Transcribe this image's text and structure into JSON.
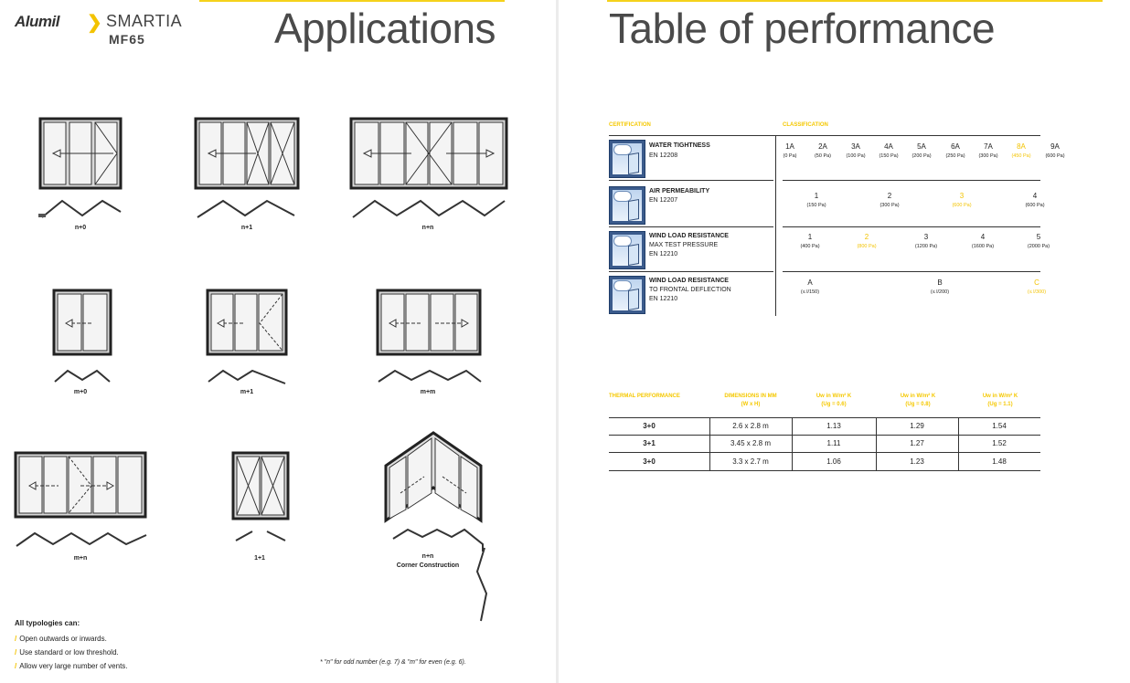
{
  "left_page": {
    "brand": {
      "name": "Alumil",
      "series": "SMARTIA",
      "model": "MF65"
    },
    "title": "Applications",
    "diagrams": [
      {
        "label": "n+0"
      },
      {
        "label": "n+1"
      },
      {
        "label": "n+n"
      },
      {
        "label": "m+0"
      },
      {
        "label": "m+1"
      },
      {
        "label": "m+m"
      },
      {
        "label": "m+n"
      },
      {
        "label": "1+1"
      },
      {
        "label": "n+n",
        "sublabel": "Corner Construction"
      }
    ],
    "notes": {
      "heading": "All typologies can:",
      "items": [
        "Open outwards or inwards.",
        "Use standard or low threshold.",
        "Allow very large number of vents."
      ]
    },
    "footnote": "* \"n\" for odd number (e.g. 7) & \"m\" for even (e.g. 6)."
  },
  "right_page": {
    "title": "Table of performance",
    "headers": {
      "certification": "CERTIFICATION",
      "classification": "CLASSIFICATION"
    },
    "rows": [
      {
        "icon": "water-tightness-icon",
        "title": "WATER TIGHTNESS",
        "sub1": "EN 12208",
        "sub2": "",
        "sub3": "",
        "classes": [
          {
            "v": "1A",
            "p": "(0 Pa)"
          },
          {
            "v": "2A",
            "p": "(50 Pa)"
          },
          {
            "v": "3A",
            "p": "(100 Pa)"
          },
          {
            "v": "4A",
            "p": "(150 Pa)"
          },
          {
            "v": "5A",
            "p": "(200 Pa)"
          },
          {
            "v": "6A",
            "p": "(250 Pa)"
          },
          {
            "v": "7A",
            "p": "(300 Pa)"
          },
          {
            "v": "8A",
            "p": "(450 Pa)"
          },
          {
            "v": "9A",
            "p": "(600 Pa)"
          }
        ],
        "highlight": 7
      },
      {
        "icon": "air-permeability-icon",
        "title": "AIR PERMEABILITY",
        "sub1": "EN 12207",
        "sub2": "",
        "sub3": "",
        "classes": [
          {
            "v": "1",
            "p": "(150 Pa)"
          },
          {
            "v": "2",
            "p": "(300 Pa)"
          },
          {
            "v": "3",
            "p": "(600 Pa)"
          },
          {
            "v": "4",
            "p": "(600 Pa)"
          }
        ],
        "highlight": 2
      },
      {
        "icon": "wind-load-pressure-icon",
        "title": "WIND LOAD RESISTANCE",
        "sub1": "MAX TEST PRESSURE",
        "sub2": "EN 12210",
        "sub3": "",
        "classes": [
          {
            "v": "1",
            "p": "(400 Pa)"
          },
          {
            "v": "2",
            "p": "(800 Pa)"
          },
          {
            "v": "3",
            "p": "(1200 Pa)"
          },
          {
            "v": "4",
            "p": "(1600 Pa)"
          },
          {
            "v": "5",
            "p": "(2000 Pa)"
          }
        ],
        "highlight": 1
      },
      {
        "icon": "wind-load-deflection-icon",
        "title": "WIND LOAD RESISTANCE",
        "sub1": "TO FRONTAL DEFLECTION",
        "sub2": "EN 12210",
        "sub3": "",
        "classes": [
          {
            "v": "A",
            "p": "(≤ l/150)"
          },
          {
            "v": "B",
            "p": "(≤ l/200)"
          },
          {
            "v": "C",
            "p": "(≤ l/300)"
          }
        ],
        "highlight": 2
      }
    ],
    "thermal": {
      "headers": [
        {
          "l1": "THERMAL PERFORMANCE",
          "l2": ""
        },
        {
          "l1": "DIMENSIONS IN MM",
          "l2": "(W x H)"
        },
        {
          "l1": "Uw in W/m² K",
          "l2": "(Ug = 0.6)"
        },
        {
          "l1": "Uw in W/m² K",
          "l2": "(Ug = 0.8)"
        },
        {
          "l1": "Uw in W/m² K",
          "l2": "(Ug = 1.1)"
        }
      ],
      "rows": [
        [
          "3+0",
          "2.6 x 2.8 m",
          "1.13",
          "1.29",
          "1.54"
        ],
        [
          "3+1",
          "3.45 x 2.8 m",
          "1.11",
          "1.27",
          "1.52"
        ],
        [
          "3+0",
          "3.3 x 2.7 m",
          "1.06",
          "1.23",
          "1.48"
        ]
      ]
    },
    "colors": {
      "accent": "#f3c300",
      "text": "#222222"
    }
  }
}
